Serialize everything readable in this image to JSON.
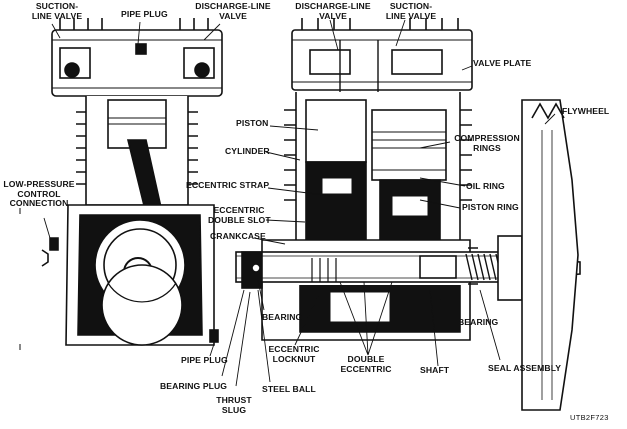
{
  "labels": {
    "suction_line_valve_left": "SUCTION-\nLINE VALVE",
    "pipe_plug_top": "PIPE PLUG",
    "discharge_line_valve_left": "DISCHARGE-LINE\nVALVE",
    "discharge_line_valve_right": "DISCHARGE-LINE\nVALVE",
    "suction_line_valve_right": "SUCTION-\nLINE VALVE",
    "valve_plate": "VALVE PLATE",
    "flywheel": "FLYWHEEL",
    "piston": "PISTON",
    "compression_rings": "COMPRESSION\nRINGS",
    "cylinder": "CYLINDER",
    "low_pressure_control_connection": "LOW-PRESSURE\nCONTROL\nCONNECTION",
    "eccentric_strap": "ECCENTRIC STRAP",
    "oil_ring": "OIL RING",
    "piston_ring": "PISTON RING",
    "eccentric_double_slot": "ECCENTRIC\nDOUBLE SLOT",
    "crankcase": "CRANKCASE",
    "bearing_left": "BEARING",
    "bearing_right": "BEARING",
    "pipe_plug_bottom": "PIPE PLUG",
    "eccentric_locknut": "ECCENTRIC\nLOCKNUT",
    "double_eccentric": "DOUBLE\nECCENTRIC",
    "shaft": "SHAFT",
    "seal_assembly": "SEAL ASSEMBLY",
    "bearing_plug": "BEARING PLUG",
    "thrust_slug": "THRUST\nSLUG",
    "steel_ball": "STEEL BALL",
    "figure_code": "UTB2F723"
  }
}
